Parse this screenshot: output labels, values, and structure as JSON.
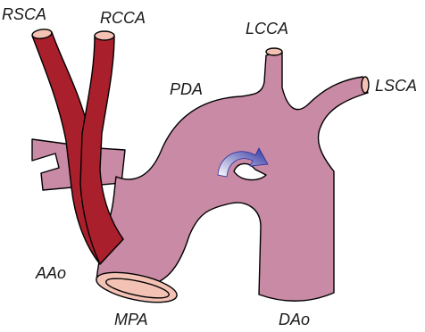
{
  "labels": {
    "rsca": "RSCA",
    "rcca": "RCCA",
    "lcca": "LCCA",
    "lsca": "LSCA",
    "pda": "PDA",
    "aao": "AAo",
    "mpa": "MPA",
    "dao": "DAo"
  },
  "colors": {
    "pulmonary_vessel": "#c98aa5",
    "systemic_vessel": "#a91f2c",
    "vessel_lumen": "#f4c2b4",
    "flow_arrow_start": "#ffffff",
    "flow_arrow_end": "#2a2f9e"
  }
}
